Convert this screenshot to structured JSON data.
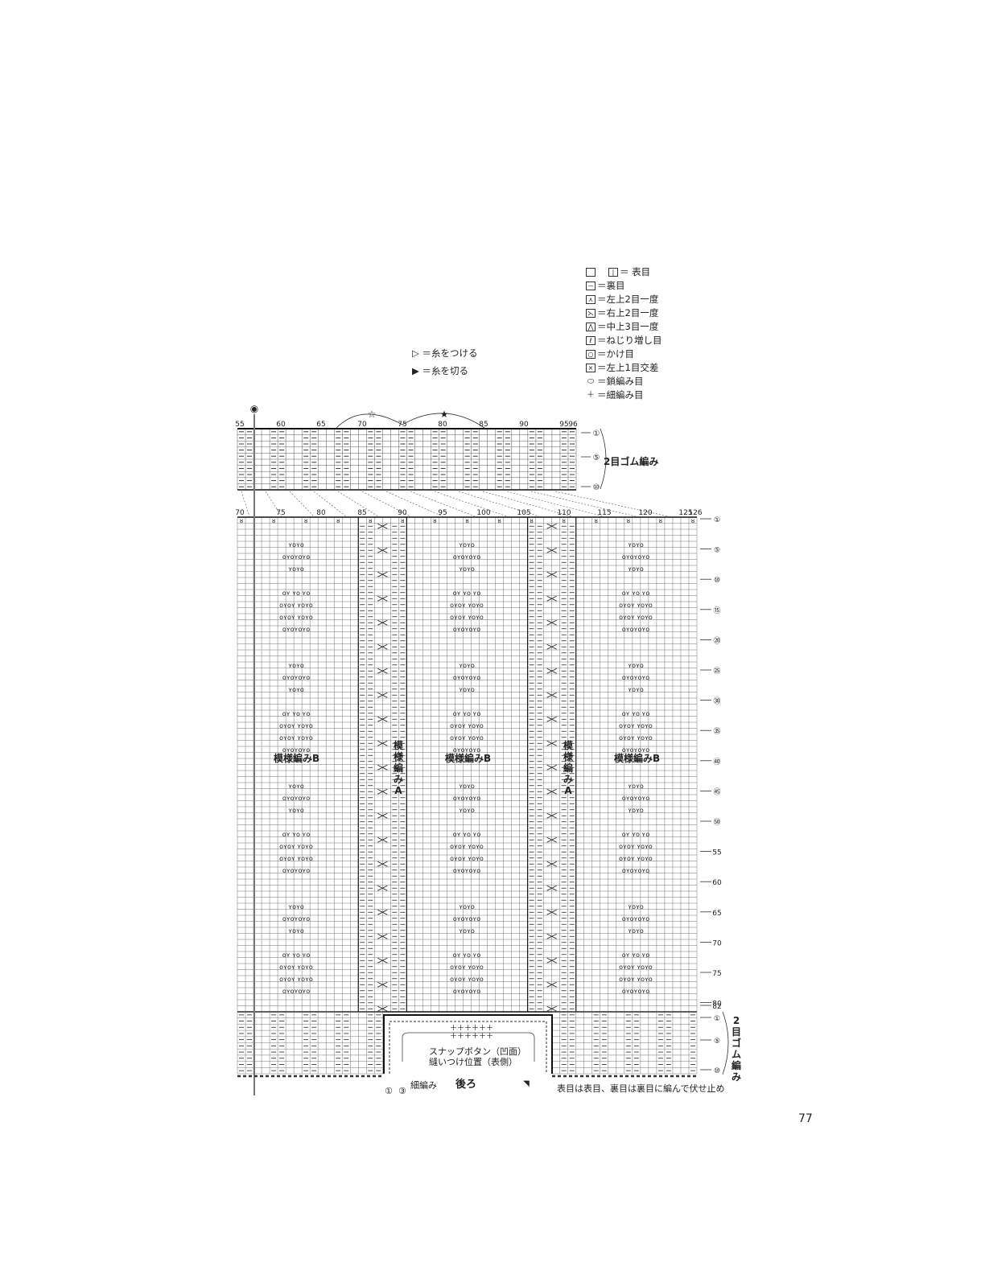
{
  "legend": [
    {
      "icon": "knit-stitch-icon",
      "sym": "",
      "sym2": "|",
      "label": "＝ 表目"
    },
    {
      "icon": "purl-stitch-icon",
      "sym": "－",
      "label": "＝裏目"
    },
    {
      "icon": "k2tog-left-icon",
      "sym": "⋏",
      "label": "＝左上2目一度"
    },
    {
      "icon": "k2tog-right-icon",
      "sym": "⋋",
      "label": "＝右上2目一度"
    },
    {
      "icon": "center-3tog-icon",
      "sym": "⋀",
      "label": "＝中上3目一度"
    },
    {
      "icon": "twisted-increase-icon",
      "sym": "ℓ",
      "label": "＝ねじり増し目"
    },
    {
      "icon": "yarn-over-icon",
      "sym": "○",
      "label": "＝かけ目"
    },
    {
      "icon": "left-cross-icon",
      "sym": "⨯",
      "label": "＝左上1目交差"
    },
    {
      "icon": "chain-stitch-icon",
      "sym": "⬭",
      "label": "＝鎖編み目"
    },
    {
      "icon": "single-crochet-icon",
      "sym": "＋",
      "label": "＝細編み目"
    }
  ],
  "yarn_markers": [
    {
      "icon": "attach-yarn-icon",
      "sym": "▷",
      "label": "＝糸をつける"
    },
    {
      "icon": "cut-yarn-icon",
      "sym": "▶",
      "label": "＝糸を切る"
    }
  ],
  "top_band": {
    "start_mark": "◉",
    "col_labels": [
      "55",
      "60",
      "65",
      "70",
      "75",
      "80",
      "85",
      "90",
      "95",
      "96"
    ],
    "star_open": "☆",
    "star_filled": "★",
    "row_labels": [
      "①",
      "⑤",
      "⑩"
    ],
    "title": "2目ゴム編み"
  },
  "main_chart": {
    "col_labels": [
      "70",
      "75",
      "80",
      "85",
      "90",
      "95",
      "100",
      "105",
      "110",
      "115",
      "120",
      "125",
      "126"
    ],
    "row_labels": [
      "①",
      "⑤",
      "⑩",
      "⑮",
      "⑳",
      "㉕",
      "㉚",
      "㉟",
      "㊵",
      "㊺",
      "㊿",
      "55",
      "60",
      "65",
      "70",
      "75",
      "80",
      "82"
    ],
    "pattern_b": "模様編みB",
    "pattern_a": [
      "模",
      "様",
      "編",
      "み",
      "A"
    ]
  },
  "bottom_band": {
    "title_vertical": [
      "2",
      "目",
      "ゴ",
      "ム",
      "編",
      "み"
    ],
    "row_labels": [
      "①",
      "⑤",
      "⑩"
    ],
    "snap_note_1": "スナップボタン（凹面）",
    "snap_note_2": "縫いつけ位置（表側）",
    "back_label": "後ろ",
    "crochet_label": "細編み",
    "crochet_rows": [
      "①",
      "③"
    ],
    "bind_off_note": "表目は表目、裏目は裏目に編んで伏せ止め"
  },
  "page_number": "77"
}
